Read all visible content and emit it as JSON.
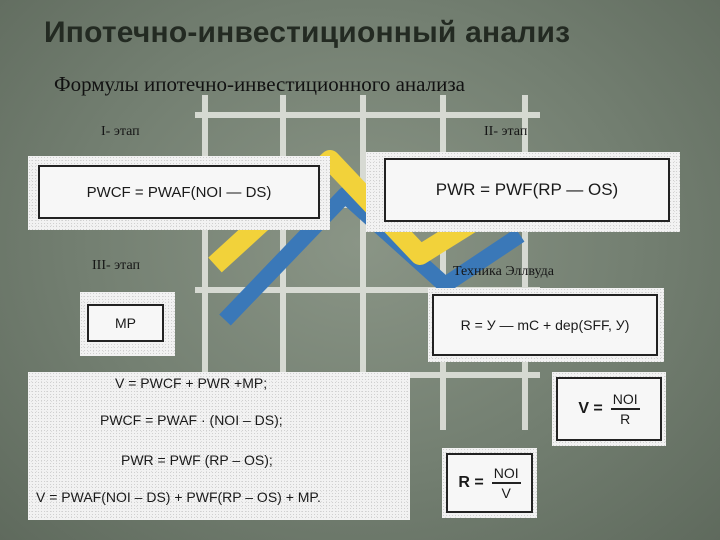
{
  "slide": {
    "title": "Ипотечно-инвестиционный анализ",
    "subtitle": "Формулы ипотечно-инвестиционного анализа"
  },
  "stages": {
    "stage1": "I- этап",
    "stage2": "II- этап",
    "stage3": "III- этап",
    "ellwood": "Техника Эллвуда"
  },
  "formulas": {
    "stage1": "PWCF = PWAF(NOI — DS)",
    "stage2": "PWR = PWF(RP — OS)",
    "stage3": "MP",
    "ellwood_r": "R = У — mC + dep(SFF, У)",
    "summary": [
      "V = PWCF + PWR +MP;",
      "PWCF = PWAF · (NOI – DS);",
      "PWR = PWF (RP – OS);",
      "V = PWAF(NOI – DS) + PWF(RP – OS) + MP."
    ],
    "v_fraction": {
      "lhs": "V =",
      "num": "NOI",
      "den": "R"
    },
    "r_fraction": {
      "lhs": "R =",
      "num": "NOI",
      "den": "V"
    }
  },
  "colors": {
    "background": "#737f71",
    "deco_yellow": "#f2d23a",
    "deco_blue": "#3a78b8",
    "grid_white": "#e6e8e2"
  }
}
